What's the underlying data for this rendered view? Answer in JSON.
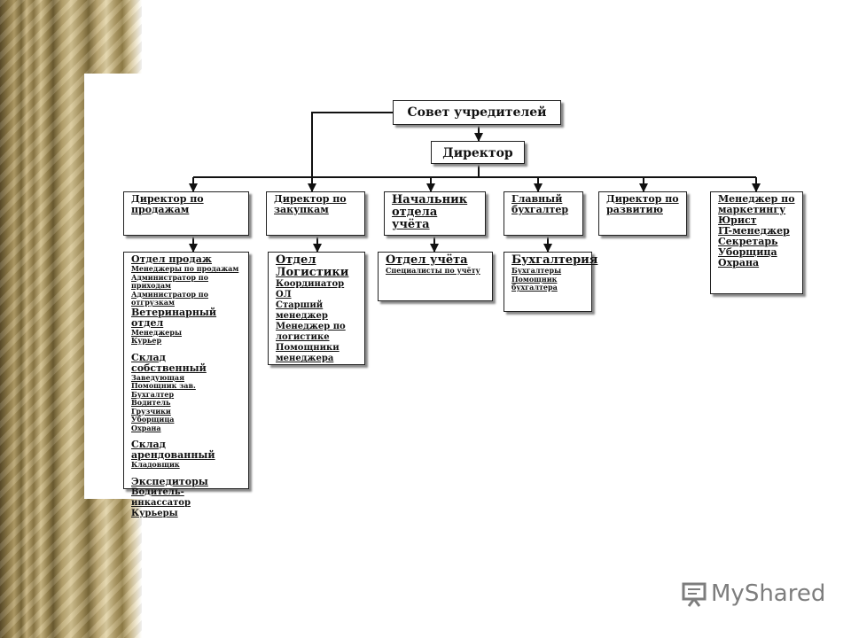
{
  "top": {
    "founders": "Совет учредителей",
    "director": "Директор"
  },
  "managers": [
    "Директор по продажам",
    "Директор по закупкам",
    "Начальник отдела учёта",
    "Главный бухгалтер",
    "Директор по развитию"
  ],
  "staff_box": [
    "Менеджер по маркетингу",
    "Юрист",
    "IT-менеджер",
    "Секретарь",
    "Уборщица",
    "Охрана"
  ],
  "sales": [
    {
      "title": "Отдел продаж",
      "items": [
        "Менеджеры по продажам",
        "Администратор по приходам",
        "Администратор по отгрузкам"
      ]
    },
    {
      "title": "Ветеринарный отдел",
      "items": [
        "Менеджеры",
        "Курьер"
      ]
    },
    {
      "title": "Склад собственный",
      "items": [
        "Заведующая",
        "Помощник зав.",
        "Бухгалтер",
        "Водитель",
        "Грузчики",
        "Уборщица",
        "Охрана"
      ]
    },
    {
      "title": "Склад арендованный",
      "items": [
        "Кладовщик"
      ]
    },
    {
      "title": "Экспедиторы",
      "items": [
        "Водитель-инкассатор",
        "Курьеры"
      ]
    }
  ],
  "logistics": {
    "title": "Отдел Логистики",
    "items": [
      "Координатор ОЛ",
      "Старший менеджер",
      "Менеджер по логистике",
      "Помощники менеджера"
    ]
  },
  "accounting_dept": {
    "title": "Отдел учёта",
    "items": [
      "Специалисты по учёту"
    ]
  },
  "bookkeeping": {
    "title": "Бухгалтерия",
    "items": [
      "Бухгалтеры",
      "Помощник бухгалтера"
    ]
  },
  "logo": {
    "text": "MyShared"
  }
}
